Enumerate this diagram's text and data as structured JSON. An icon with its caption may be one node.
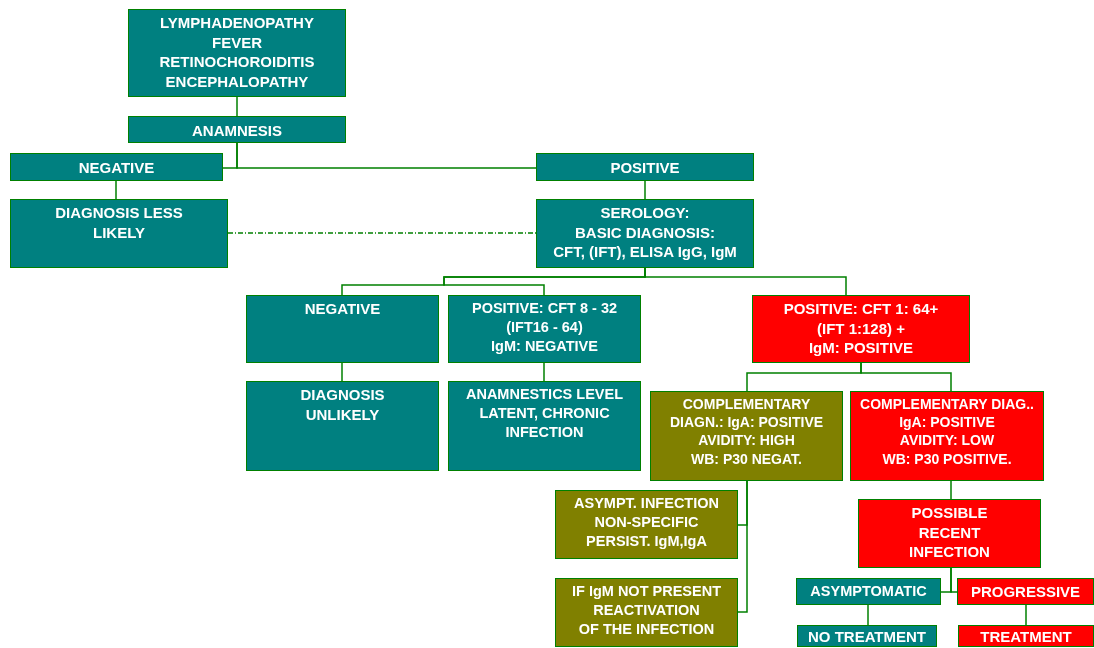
{
  "diagram": {
    "nodes": [
      {
        "text": [
          "LYMPHADENOPATHY",
          "FEVER",
          "RETINOCHOROIDITIS",
          "ENCEPHALOPATHY"
        ]
      },
      {
        "text": [
          "ANAMNESIS"
        ]
      },
      {
        "text": [
          "NEGATIVE"
        ]
      },
      {
        "text": [
          "POSITIVE"
        ]
      },
      {
        "text": [
          "DIAGNOSIS LESS LIKELY"
        ]
      },
      {
        "text": [
          "SEROLOGY:",
          "BASIC DIAGNOSIS:",
          "CFT, (IFT), ELISA IgG, IgM"
        ]
      },
      {
        "text": [
          "NEGATIVE"
        ]
      },
      {
        "text": [
          "POSITIVE:  CFT 8 - 32 (IFT16 - 64)",
          "IgM: NEGATIVE"
        ]
      },
      {
        "text": [
          "POSITIVE: CFT 1: 64+ (IFT 1:128) +",
          "IgM: POSITIVE"
        ]
      },
      {
        "text": [
          "DIAGNOSIS UNLIKELY"
        ]
      },
      {
        "text": [
          "ANAMNESTICS LEVEL LATENT, CHRONIC INFECTION"
        ]
      },
      {
        "text": [
          "COMPLEMENTARY DIAGN.: IgA: POSITIVE",
          "AVIDITY: HIGH",
          "WB: P30 NEGAT."
        ]
      },
      {
        "text": [
          "COMPLEMENTARY DIAG.. IgA: POSITIVE",
          "AVIDITY: LOW",
          "WB: P30 POSITIVE."
        ]
      },
      {
        "text": [
          "ASYMPT. INFECTION NON-SPECIFIC PERSIST. IgM,IgA"
        ]
      },
      {
        "text": [
          "IF IgM NOT PRESENT",
          "REACTIVATION",
          "OF THE INFECTION"
        ]
      },
      {
        "text": [
          "POSSIBLE RECENT INFECTION"
        ]
      },
      {
        "text": [
          "ASYMPTOMATIC"
        ]
      },
      {
        "text": [
          "PROGRESSIVE"
        ]
      },
      {
        "text": [
          "NO TREATMENT"
        ]
      },
      {
        "text": [
          "TREATMENT"
        ]
      }
    ],
    "edges": [
      {
        "from": 0,
        "to": 1,
        "arrow": "none"
      },
      {
        "from": 1,
        "to": 2,
        "arrow": "none"
      },
      {
        "from": 1,
        "to": 3,
        "arrow": "none"
      },
      {
        "from": 2,
        "to": 4,
        "arrow": "none"
      },
      {
        "from": 3,
        "to": 5,
        "arrow": "none"
      },
      {
        "from": 4,
        "to": 5,
        "arrow": "none",
        "style": "dashed"
      },
      {
        "from": 5,
        "to": 6,
        "arrow": "none"
      },
      {
        "from": 5,
        "to": 7,
        "arrow": "none"
      },
      {
        "from": 5,
        "to": 8,
        "arrow": "none"
      },
      {
        "from": 6,
        "to": 9,
        "arrow": "none"
      },
      {
        "from": 7,
        "to": 10,
        "arrow": "none"
      },
      {
        "from": 8,
        "to": 11,
        "arrow": "none"
      },
      {
        "from": 8,
        "to": 12,
        "arrow": "none"
      },
      {
        "from": 11,
        "to": 13,
        "arrow": "none"
      },
      {
        "from": 11,
        "to": 14,
        "arrow": "none"
      },
      {
        "from": 12,
        "to": 15,
        "arrow": "none"
      },
      {
        "from": 15,
        "to": 16,
        "arrow": "none"
      },
      {
        "from": 15,
        "to": 17,
        "arrow": "none"
      },
      {
        "from": 16,
        "to": 18,
        "arrow": "none"
      },
      {
        "from": 17,
        "to": 19,
        "arrow": "none"
      }
    ]
  }
}
